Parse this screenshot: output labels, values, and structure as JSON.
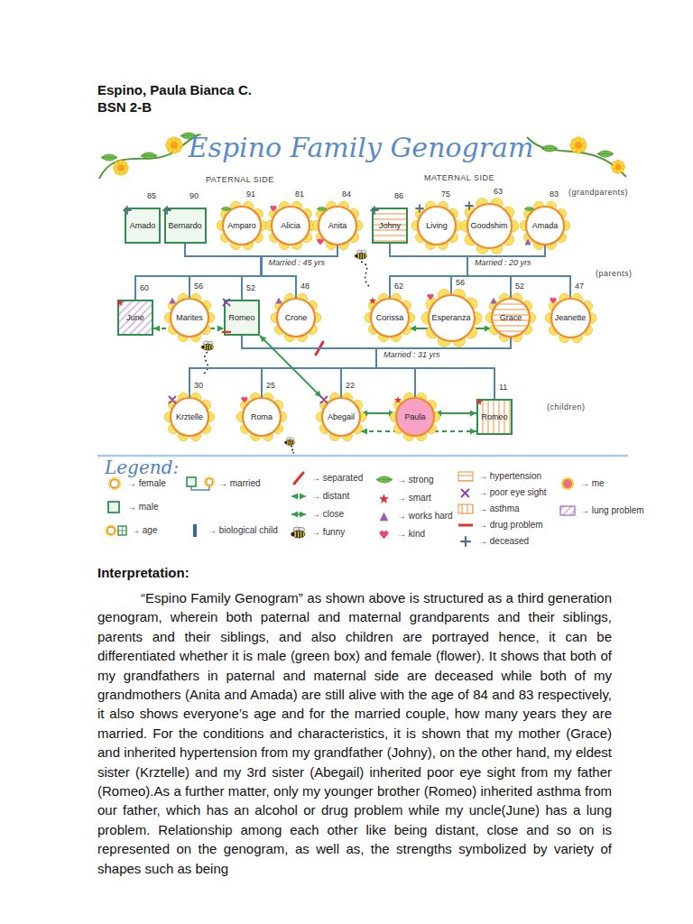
{
  "diagram": {
    "title": "Espino Family Genogram",
    "nodes": [
      {
        "text": [
          "85",
          "Amado"
        ]
      },
      {
        "text": [
          "90",
          "Bernardo"
        ]
      },
      {
        "text": [
          "91",
          "Amparo"
        ]
      },
      {
        "text": [
          "81",
          "Alicia"
        ]
      },
      {
        "text": [
          "84",
          "Anita"
        ]
      },
      {
        "text": [
          "86",
          "Johny"
        ]
      },
      {
        "text": [
          "75",
          "Living"
        ]
      },
      {
        "text": [
          "63",
          "Goodshim"
        ]
      },
      {
        "text": [
          "83",
          "Amada"
        ]
      },
      {
        "text": [
          "60",
          "June"
        ]
      },
      {
        "text": [
          "56",
          "Marites"
        ]
      },
      {
        "text": [
          "52",
          "Romeo"
        ]
      },
      {
        "text": [
          "48",
          "Crone"
        ]
      },
      {
        "text": [
          "62",
          "Corissa"
        ]
      },
      {
        "text": [
          "56",
          "Esperanza"
        ]
      },
      {
        "text": [
          "52",
          "Grace"
        ]
      },
      {
        "text": [
          "47",
          "Jeanette"
        ]
      },
      {
        "text": [
          "30",
          "Krztelle"
        ]
      },
      {
        "text": [
          "25",
          "Roma"
        ]
      },
      {
        "text": [
          "22",
          "Abegail"
        ]
      },
      {
        "text": [
          "Paula"
        ]
      },
      {
        "text": [
          "11",
          "Romeo"
        ]
      }
    ],
    "edges": [
      {
        "from": 1,
        "to": 4,
        "arrow": "none",
        "label": "Married : 45 yrs"
      },
      {
        "from": 5,
        "to": 8,
        "arrow": "none",
        "label": "Married : 20 yrs"
      },
      {
        "from": 11,
        "to": 15,
        "arrow": "none",
        "label": "Married : 31 yrs"
      },
      {
        "from": 1,
        "to": 9,
        "arrow": "none"
      },
      {
        "from": 1,
        "to": 10,
        "arrow": "none"
      },
      {
        "from": 1,
        "to": 11,
        "arrow": "none"
      },
      {
        "from": 1,
        "to": 12,
        "arrow": "none"
      },
      {
        "from": 4,
        "to": 9,
        "arrow": "none"
      },
      {
        "from": 4,
        "to": 10,
        "arrow": "none"
      },
      {
        "from": 4,
        "to": 11,
        "arrow": "none"
      },
      {
        "from": 4,
        "to": 12,
        "arrow": "none"
      },
      {
        "from": 5,
        "to": 13,
        "arrow": "none"
      },
      {
        "from": 5,
        "to": 14,
        "arrow": "none"
      },
      {
        "from": 5,
        "to": 15,
        "arrow": "none"
      },
      {
        "from": 5,
        "to": 16,
        "arrow": "none"
      },
      {
        "from": 8,
        "to": 13,
        "arrow": "none"
      },
      {
        "from": 8,
        "to": 14,
        "arrow": "none"
      },
      {
        "from": 8,
        "to": 15,
        "arrow": "none"
      },
      {
        "from": 8,
        "to": 16,
        "arrow": "none"
      },
      {
        "from": 11,
        "to": 17,
        "arrow": "none"
      },
      {
        "from": 11,
        "to": 18,
        "arrow": "none"
      },
      {
        "from": 11,
        "to": 19,
        "arrow": "none"
      },
      {
        "from": 11,
        "to": 20,
        "arrow": "none"
      },
      {
        "from": 11,
        "to": 21,
        "arrow": "none"
      },
      {
        "from": 15,
        "to": 17,
        "arrow": "none"
      },
      {
        "from": 15,
        "to": 18,
        "arrow": "none"
      },
      {
        "from": 15,
        "to": 19,
        "arrow": "none"
      },
      {
        "from": 15,
        "to": 20,
        "arrow": "none"
      },
      {
        "from": 15,
        "to": 21,
        "arrow": "none"
      },
      {
        "from": 9,
        "to": 11,
        "arrow": "both"
      },
      {
        "from": 13,
        "to": 15,
        "arrow": "both"
      },
      {
        "from": 11,
        "to": 19,
        "arrow": "both"
      },
      {
        "from": 19,
        "to": 20,
        "arrow": "both"
      },
      {
        "from": 20,
        "to": 21,
        "arrow": "both"
      },
      {
        "from": 19,
        "to": 21,
        "arrow": "both"
      }
    ],
    "labels": [
      "Espino, Paula Bianca C.",
      "BSN 2-B",
      "PATERNAL SIDE",
      "MATERNAL SIDE",
      "(grandparents)",
      "(parents)",
      "(children)",
      "Legend:",
      "Interpretation:",
      "“Espino Family Genogram” as shown above is structured as a third generation genogram, wherein both paternal and maternal grandparents and their siblings, parents and their siblings, and also children are portrayed hence, it can be differentiated whether it is male (green box) and female (flower). It shows that both of my grandfathers in paternal and maternal side are deceased while both of my grandmothers (Anita and Amada) are still alive with the age of 84 and 83 respectively, it also shows everyone’s age and for the married couple, how many years they are married. For the conditions and characteristics, it is shown that my mother (Grace) and inherited hypertension from my grandfather (Johny), on the other hand, my eldest sister (Krztelle) and my 3rd sister (Abegail) inherited poor eye sight from my father (Romeo).As a further matter, only my younger brother (Romeo) inherited asthma from our father, which has an alcohol or drug problem while my uncle(June) has a lung problem. Relationship among each other like being distant, close and so on is represented on the genogram, as well as, the strengths symbolized by variety of shapes such as being"
    ],
    "legend": [
      {
        "text": "→ female"
      },
      {
        "text": "→ male"
      },
      {
        "text": "→ age"
      },
      {
        "text": "→ married"
      },
      {
        "text": "→ biological child"
      },
      {
        "text": "→ separated"
      },
      {
        "text": "→ distant"
      },
      {
        "text": "→ close"
      },
      {
        "text": "→ funny"
      },
      {
        "text": "→ strong"
      },
      {
        "text": "→ smart"
      },
      {
        "text": "→ works hard"
      },
      {
        "text": "→ kind"
      },
      {
        "text": "→ hypertension"
      },
      {
        "text": "→ poor eye sight"
      },
      {
        "text": "→ asthma"
      },
      {
        "text": "→ drug problem"
      },
      {
        "text": "→ deceased"
      },
      {
        "text": "→ me"
      },
      {
        "text": "→ lung problem"
      }
    ]
  }
}
